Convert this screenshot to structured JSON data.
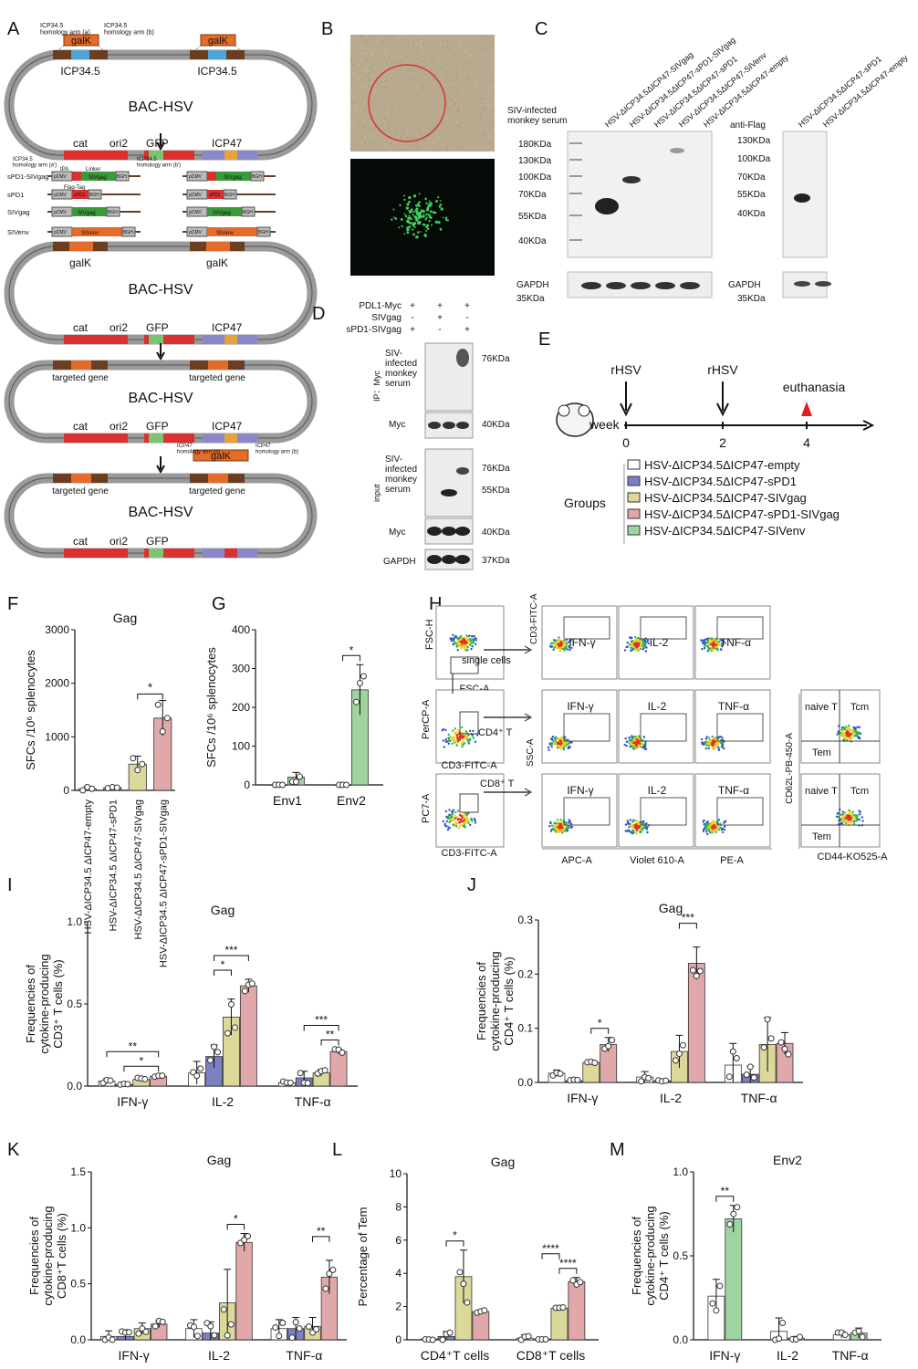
{
  "colors": {
    "empty": "#ffffff",
    "sPD1": "#7b80c4",
    "SIVgag": "#dcd89a",
    "sPD1SIVgag": "#e0a8a8",
    "SIVenv": "#9fd4a0",
    "point": "#ffffff",
    "galK": "#e36c2a",
    "red": "#d93030",
    "green": "#7cc56f",
    "gray": "#c7c7c7"
  },
  "panelA": {
    "label": "A",
    "arm_a": "ICP34.5\nhomology arm (a)",
    "arm_b": "ICP34.5\nhomology arm (b)",
    "galK": "galK",
    "icp345": "ICP34.5",
    "bac": "BAC-HSV",
    "cat": "cat",
    "ori2": "ori2",
    "gfp": "GFP",
    "icp47": "ICP47",
    "arm_a2": "ICP34.5\nhomology arm (a')",
    "arm_b2": "ICP34.5\nhomology arm (b')",
    "tpa": "tPA",
    "linker": "Linker",
    "flag": "Flag-Tag",
    "constructs": [
      "sPD1-SIVgag",
      "sPD1",
      "SIVgag",
      "SIVenv"
    ],
    "pcmv": "pCMV",
    "bgh": "BGH",
    "siv_gag": "SIVgag",
    "siv_env": "SIVenv",
    "spd1": "sPD1",
    "targeted": "targeted gene",
    "icp47_arm_a": "ICP47\nhomology arm (a)",
    "icp47_arm_b": "ICP47\nhomology arm (b)"
  },
  "panelB": {
    "label": "B"
  },
  "panelC": {
    "label": "C",
    "lanes1": [
      "HSV-ΔICP34.5ΔICP47-SIVgag",
      "HSV-ΔICP34.5ΔICP47-sPD1-SIVgag",
      "HSV-ΔICP34.5ΔICP47-sPD1",
      "HSV-ΔICP34.5ΔICP47-SIVenv",
      "HSV-ΔICP34.5ΔICP47-empty"
    ],
    "lanes2": [
      "HSV-ΔICP34.5ΔICP47-sPD1",
      "HSV-ΔICP34.5ΔICP47-empty"
    ],
    "serum_label": "SIV-infected\nmonkey serum",
    "flag_label": "anti-Flag",
    "mw1": [
      "180KDa",
      "130KDa",
      "100KDa",
      "70KDa",
      "55KDa",
      "40KDa"
    ],
    "mw2": [
      "130KDa",
      "100KDa",
      "70KDa",
      "55KDa",
      "40KDa"
    ],
    "gapdh": "GAPDH",
    "gapdh_mw": "35KDa"
  },
  "panelD": {
    "label": "D",
    "rows": [
      {
        "name": "PDL1-Myc",
        "vals": [
          "+",
          "+",
          "+"
        ]
      },
      {
        "name": "SIVgag",
        "vals": [
          "-",
          "+",
          "-"
        ]
      },
      {
        "name": "sPD1-SIVgag",
        "vals": [
          "+",
          "-",
          "+"
        ]
      }
    ],
    "ip": "IP：Myc",
    "input": "input",
    "serum": "SIV-\ninfected\nmonkey\nserum",
    "myc": "Myc",
    "gapdh": "GAPDH",
    "mw": [
      "76KDa",
      "40KDa",
      "76KDa",
      "55KDa",
      "40KDa",
      "37KDa"
    ]
  },
  "panelE": {
    "label": "E",
    "rhsv": "rHSV",
    "euth": "euthanasia",
    "week": "week",
    "ticks": [
      "0",
      "2",
      "4"
    ],
    "groups_label": "Groups",
    "groups": [
      "HSV-ΔICP34.5ΔICP47-empty",
      "HSV-ΔICP34.5ΔICP47-sPD1",
      "HSV-ΔICP34.5ΔICP47-SIVgag",
      "HSV-ΔICP34.5ΔICP47-sPD1-SIVgag",
      "HSV-ΔICP34.5ΔICP47-SIVenv"
    ]
  },
  "panelH": {
    "label": "H",
    "fsch": "FSC-H",
    "fsca": "FSC-A",
    "single": "single cells",
    "percp": "PerCP-A",
    "cd3fitc": "CD3-FITC-A",
    "cd4": "CD4⁺ T",
    "pc7": "PC7-A",
    "cd8": "CD8⁺ T",
    "ssc": "SSC-A",
    "cyt": [
      "IFN-γ",
      "IL-2",
      "TNF-α"
    ],
    "apc": "APC-A",
    "violet": "Violet 610-A",
    "pe": "PE-A",
    "cd62l": "CD62L-PB-450-A",
    "cd44": "CD44-KO525-A",
    "naive": "naive T",
    "tcm": "Tcm",
    "tem": "Tem"
  },
  "chart_data": [
    {
      "id": "F",
      "type": "bar",
      "title": "Gag",
      "ylabel": "SFCs /10⁶ splenocytes",
      "ylim": [
        0,
        3000
      ],
      "yticks": [
        0,
        1000,
        2000,
        3000
      ],
      "categories": [
        "HSV-ΔICP34.5 ΔICP47-empty",
        "HSV-ΔICP34.5 ΔICP47-sPD1",
        "HSV-ΔICP34.5 ΔICP47-SIVgag",
        "HSV-ΔICP34.5 ΔICP47-sPD1-SIVgag"
      ],
      "values": [
        30,
        50,
        490,
        1350
      ],
      "errors": [
        40,
        20,
        150,
        330
      ],
      "points": [
        [
          0,
          60,
          30
        ],
        [
          40,
          60,
          50
        ],
        [
          600,
          380,
          490
        ],
        [
          1600,
          1100,
          1350
        ]
      ],
      "significance": [
        {
          "between": [
            2,
            3
          ],
          "label": "*"
        }
      ]
    },
    {
      "id": "G",
      "type": "bar",
      "ylabel": "SFCs /10⁶ splenocytes",
      "ylim": [
        0,
        400
      ],
      "yticks": [
        0,
        100,
        200,
        300,
        400
      ],
      "categories": [
        "Env1",
        "Env2"
      ],
      "series": [
        {
          "name": "HSV-ΔICP34.5ΔICP47-empty",
          "values": [
            0,
            0
          ]
        },
        {
          "name": "HSV-ΔICP34.5ΔICP47-SIVenv",
          "values": [
            20,
            245
          ]
        }
      ],
      "errors": [
        [
          0,
          0
        ],
        [
          12,
          65
        ]
      ],
      "significance": [
        {
          "group": 1,
          "label": "*"
        }
      ]
    },
    {
      "id": "I",
      "type": "bar",
      "title": "Gag",
      "ylabel": "Frequencies of cytokine-producing CD3⁺ T cells (%)",
      "ylim": [
        0,
        1.0
      ],
      "yticks": [
        "0.0",
        "0.5",
        "1.0"
      ],
      "categories": [
        "IFN-γ",
        "IL-2",
        "TNF-α"
      ],
      "series": [
        {
          "name": "HSV-ΔICP34.5ΔICP47-empty",
          "values": [
            0.03,
            0.08,
            0.02
          ]
        },
        {
          "name": "HSV-ΔICP34.5ΔICP47-sPD1",
          "values": [
            0.01,
            0.18,
            0.05
          ]
        },
        {
          "name": "HSV-ΔICP34.5ΔICP47-SIVgag",
          "values": [
            0.04,
            0.42,
            0.08
          ]
        },
        {
          "name": "HSV-ΔICP34.5ΔICP47-sPD1-SIVgag",
          "values": [
            0.06,
            0.61,
            0.21
          ]
        }
      ],
      "errors": [
        [
          0.015,
          0.07,
          0.01
        ],
        [
          0.005,
          0.07,
          0.04
        ],
        [
          0.01,
          0.11,
          0.02
        ],
        [
          0.005,
          0.04,
          0.015
        ]
      ],
      "significance": [
        {
          "group": 0,
          "bars": [
            1,
            3
          ],
          "label": "*"
        },
        {
          "group": 0,
          "bars": [
            0,
            3
          ],
          "label": "**"
        },
        {
          "group": 1,
          "bars": [
            1,
            2
          ],
          "label": "*"
        },
        {
          "group": 1,
          "bars": [
            1,
            3
          ],
          "label": "***"
        },
        {
          "group": 2,
          "bars": [
            2,
            3
          ],
          "label": "**"
        },
        {
          "group": 2,
          "bars": [
            1,
            3
          ],
          "label": "***"
        }
      ]
    },
    {
      "id": "J",
      "type": "bar",
      "title": "Gag",
      "ylabel": "Frequencies of cytokine-producing CD4⁺ T cells (%)",
      "ylim": [
        0,
        0.3
      ],
      "yticks": [
        "0.0",
        "0.1",
        "0.2",
        "0.3"
      ],
      "categories": [
        "IFN-γ",
        "IL-2",
        "TNF-α"
      ],
      "series": [
        {
          "name": "HSV-ΔICP34.5ΔICP47-empty",
          "values": [
            0.017,
            0.01,
            0.032
          ]
        },
        {
          "name": "HSV-ΔICP34.5ΔICP47-sPD1",
          "values": [
            0.003,
            0.003,
            0.015
          ]
        },
        {
          "name": "HSV-ΔICP34.5ΔICP47-SIVgag",
          "values": [
            0.037,
            0.057,
            0.07
          ]
        },
        {
          "name": "HSV-ΔICP34.5ΔICP47-sPD1-SIVgag",
          "values": [
            0.07,
            0.22,
            0.072
          ]
        }
      ],
      "errors": [
        [
          0.006,
          0.01,
          0.04
        ],
        [
          0.003,
          0.003,
          0.015
        ],
        [
          0.004,
          0.03,
          0.05
        ],
        [
          0.013,
          0.03,
          0.02
        ]
      ],
      "significance": [
        {
          "group": 0,
          "bars": [
            2,
            3
          ],
          "label": "*"
        },
        {
          "group": 1,
          "bars": [
            2,
            3
          ],
          "label": "***"
        }
      ]
    },
    {
      "id": "K",
      "type": "bar",
      "title": "Gag",
      "ylabel": "Frequencies of cytokine-producing CD8⁺T cells (%)",
      "ylim": [
        0,
        1.5
      ],
      "yticks": [
        "0.0",
        "0.5",
        "1.0",
        "1.5"
      ],
      "categories": [
        "IFN-γ",
        "IL-2",
        "TNF-α"
      ],
      "series": [
        {
          "name": "HSV-ΔICP34.5ΔICP47-empty",
          "values": [
            0.03,
            0.1,
            0.1
          ]
        },
        {
          "name": "HSV-ΔICP34.5ΔICP47-sPD1",
          "values": [
            0.03,
            0.06,
            0.1
          ]
        },
        {
          "name": "HSV-ΔICP34.5ΔICP47-SIVgag",
          "values": [
            0.1,
            0.33,
            0.12
          ]
        },
        {
          "name": "HSV-ΔICP34.5ΔICP47-sPD1-SIVgag",
          "values": [
            0.14,
            0.87,
            0.56
          ]
        }
      ],
      "errors": [
        [
          0.05,
          0.08,
          0.08
        ],
        [
          0.06,
          0.1,
          0.1
        ],
        [
          0.05,
          0.3,
          0.08
        ],
        [
          0.03,
          0.08,
          0.15
        ]
      ],
      "significance": [
        {
          "group": 1,
          "bars": [
            2,
            3
          ],
          "label": "*"
        },
        {
          "group": 2,
          "bars": [
            2,
            3
          ],
          "label": "**"
        }
      ]
    },
    {
      "id": "L",
      "type": "bar",
      "title": "Gag",
      "ylabel": "Percentage of Tem",
      "ylim": [
        0,
        10
      ],
      "yticks": [
        0,
        2,
        4,
        6,
        8,
        10
      ],
      "categories": [
        "CD4⁺T cells",
        "CD8⁺T cells"
      ],
      "series": [
        {
          "name": "HSV-ΔICP34.5ΔICP47-empty",
          "values": [
            0.05,
            0.1
          ]
        },
        {
          "name": "HSV-ΔICP34.5ΔICP47-sPD1",
          "values": [
            0.2,
            0.05
          ]
        },
        {
          "name": "HSV-ΔICP34.5ΔICP47-SIVgag",
          "values": [
            3.8,
            1.9
          ]
        },
        {
          "name": "HSV-ΔICP34.5ΔICP47-sPD1-SIVgag",
          "values": [
            1.7,
            3.5
          ]
        }
      ],
      "errors": [
        [
          0.05,
          0.2
        ],
        [
          0.3,
          0.05
        ],
        [
          1.6,
          0.15
        ],
        [
          0.1,
          0.25
        ]
      ],
      "significance": [
        {
          "group": 0,
          "bars": [
            1,
            2
          ],
          "label": "*"
        },
        {
          "group": 1,
          "bars": [
            1,
            2
          ],
          "label": "****"
        },
        {
          "group": 1,
          "bars": [
            2,
            3
          ],
          "label": "****"
        }
      ]
    },
    {
      "id": "M",
      "type": "bar",
      "title": "Env2",
      "ylabel": "Frequencies of cytokine-producing CD4⁺ T cells (%)",
      "ylim": [
        0,
        1.0
      ],
      "yticks": [
        "0.0",
        "0.5",
        "1.0"
      ],
      "categories": [
        "IFN-γ",
        "IL-2",
        "TNF-α"
      ],
      "series": [
        {
          "name": "HSV-ΔICP34.5ΔICP47-empty",
          "values": [
            0.26,
            0.05,
            0.03
          ]
        },
        {
          "name": "HSV-ΔICP34.5ΔICP47-SIVenv",
          "values": [
            0.72,
            0.01,
            0.04
          ]
        }
      ],
      "errors": [
        [
          0.1,
          0.08,
          0.02
        ],
        [
          0.08,
          0.01,
          0.03
        ]
      ],
      "significance": [
        {
          "group": 0,
          "bars": [
            0,
            1
          ],
          "label": "**"
        }
      ]
    }
  ]
}
